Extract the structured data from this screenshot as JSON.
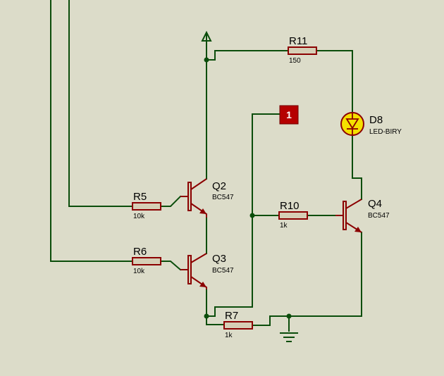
{
  "components": {
    "R11": {
      "ref": "R11",
      "value": "150"
    },
    "R5": {
      "ref": "R5",
      "value": "10k"
    },
    "R6": {
      "ref": "R6",
      "value": "10k"
    },
    "R10": {
      "ref": "R10",
      "value": "1k"
    },
    "R7": {
      "ref": "R7",
      "value": "1k"
    },
    "Q2": {
      "ref": "Q2",
      "value": "BC547"
    },
    "Q3": {
      "ref": "Q3",
      "value": "BC547"
    },
    "Q4": {
      "ref": "Q4",
      "value": "BC547"
    },
    "D8": {
      "ref": "D8",
      "value": "LED-BIRY"
    }
  },
  "terminal": {
    "label": "1"
  },
  "colors": {
    "background": "#dcdcc9",
    "wire": "#0b4d0b",
    "component": "#8b0000",
    "resistor_fill": "#d6cfb6",
    "terminal_fill": "#b50000",
    "led_fill": "#f5e000"
  }
}
